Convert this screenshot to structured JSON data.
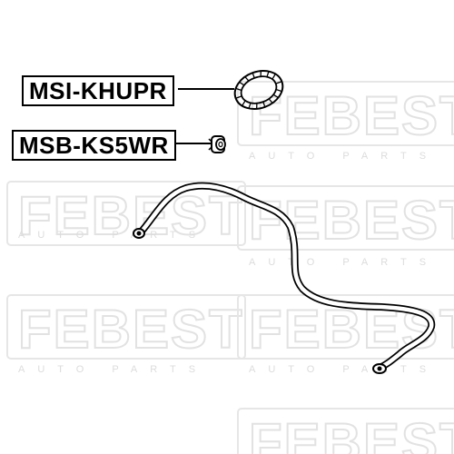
{
  "watermark": {
    "main": "FEBEST",
    "sub": "AUTO PARTS"
  },
  "labels": [
    {
      "text": "MSI-KHUPR"
    },
    {
      "text": "MSB-KS5WR"
    }
  ],
  "colors": {
    "line": "#000000",
    "watermark": "#e2e2e2",
    "background": "#ffffff"
  }
}
